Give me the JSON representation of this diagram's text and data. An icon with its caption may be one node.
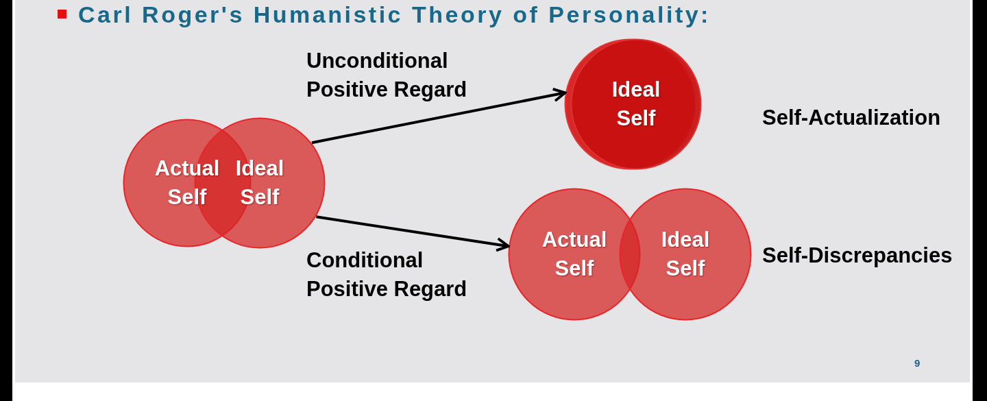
{
  "diagram": {
    "title": "Carl Roger's Humanistic Theory of Personality:",
    "nodes": [
      {
        "text": [
          "Actual Self"
        ]
      },
      {
        "text": [
          "Ideal Self"
        ]
      },
      {
        "text": [],
        "shape": "circle"
      },
      {
        "text": [
          "Ideal Self"
        ],
        "beside": [
          "Self-Actualization"
        ]
      },
      {
        "text": [
          "Actual Self"
        ]
      },
      {
        "text": [
          "Ideal Self"
        ],
        "beside": [
          "Self-Discrepancies"
        ]
      }
    ],
    "edges": [
      {
        "from": 1,
        "to": 2,
        "arrow": "to",
        "label": "Unconditional Positive Regard"
      },
      {
        "from": 1,
        "to": 4,
        "arrow": "to",
        "label": "Conditional Positive Regard"
      }
    ],
    "labels": [
      "9"
    ]
  }
}
